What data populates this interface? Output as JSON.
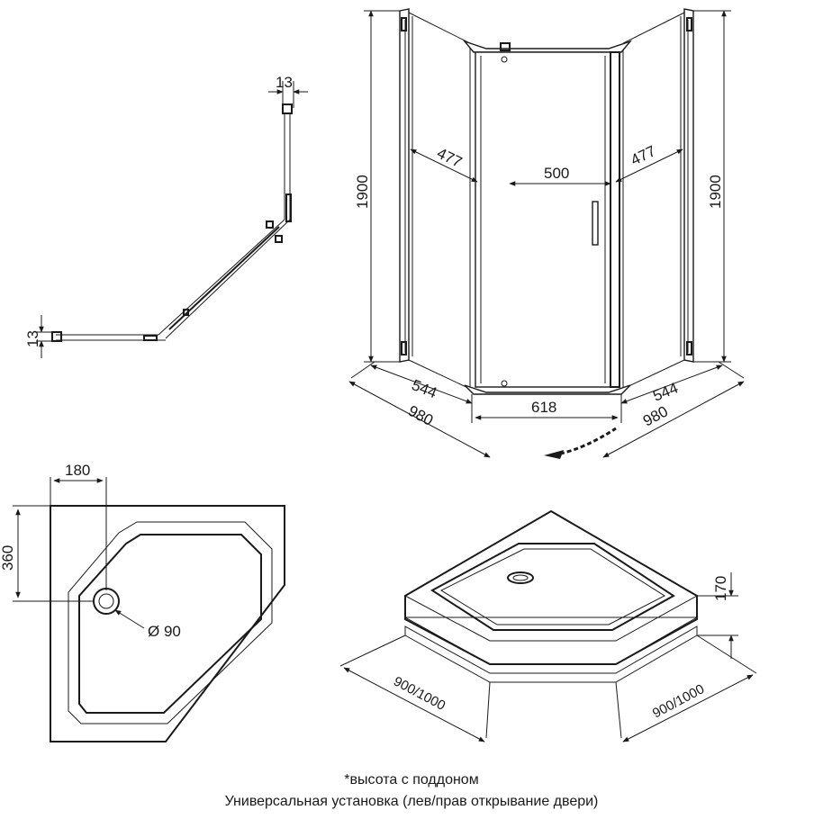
{
  "top_view": {
    "dim_top": "13",
    "dim_left": "13"
  },
  "front_view": {
    "height_left": "1900",
    "height_right": "1900",
    "panel_left": "477",
    "door": "500",
    "panel_right": "477",
    "base_left": "544",
    "base_right": "544",
    "base_center": "618",
    "outer_left": "980",
    "outer_right": "980"
  },
  "tray_top": {
    "offset_x": "180",
    "offset_y": "360",
    "drain": "Ø 90"
  },
  "tray_iso": {
    "height": "170",
    "side_left": "900/1000",
    "side_right": "900/1000"
  },
  "captions": {
    "line1": "*высота с поддоном",
    "line2": "Универсальная установка (лев/прав открывание двери)"
  }
}
